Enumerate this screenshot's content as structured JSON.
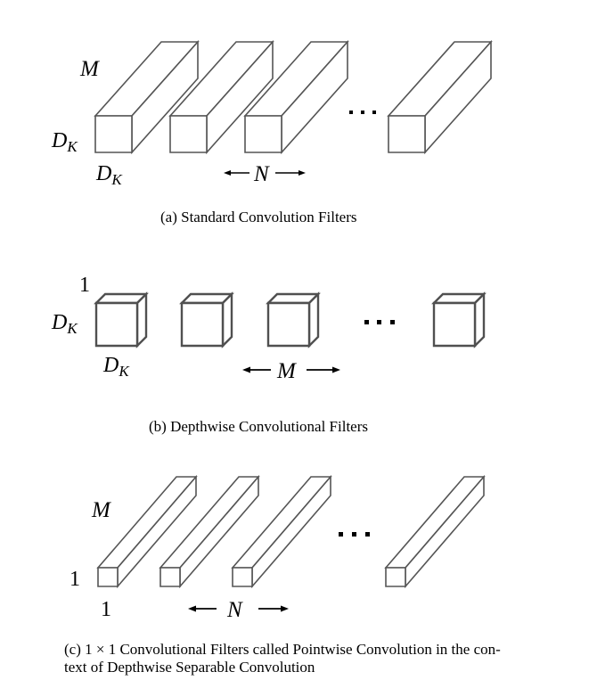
{
  "panels": [
    {
      "id": "a",
      "caption": "(a)  Standard Convolution Filters",
      "depth_label": "M",
      "height_label": "D",
      "height_sub": "K",
      "width_label": "D",
      "width_sub": "K",
      "count_label": "N",
      "filter_shape": "cuboid",
      "visible_filters": 4,
      "ellipsis": "..."
    },
    {
      "id": "b",
      "caption": "(b)  Depthwise Convolutional Filters",
      "depth_label": "1",
      "height_label": "D",
      "height_sub": "K",
      "width_label": "D",
      "width_sub": "K",
      "count_label": "M",
      "filter_shape": "cube",
      "visible_filters": 4,
      "ellipsis": "..."
    },
    {
      "id": "c",
      "caption_line1": "(c)  1 × 1 Convolutional Filters called Pointwise Convolution in the con-",
      "caption_line2": "text of Depthwise Separable Convolution",
      "depth_label": "M",
      "height_label": "1",
      "width_label": "1",
      "count_label": "N",
      "filter_shape": "rod",
      "visible_filters": 4,
      "ellipsis": "..."
    }
  ],
  "colors": {
    "edge": "#555555",
    "text": "#000000",
    "background": "#ffffff"
  }
}
